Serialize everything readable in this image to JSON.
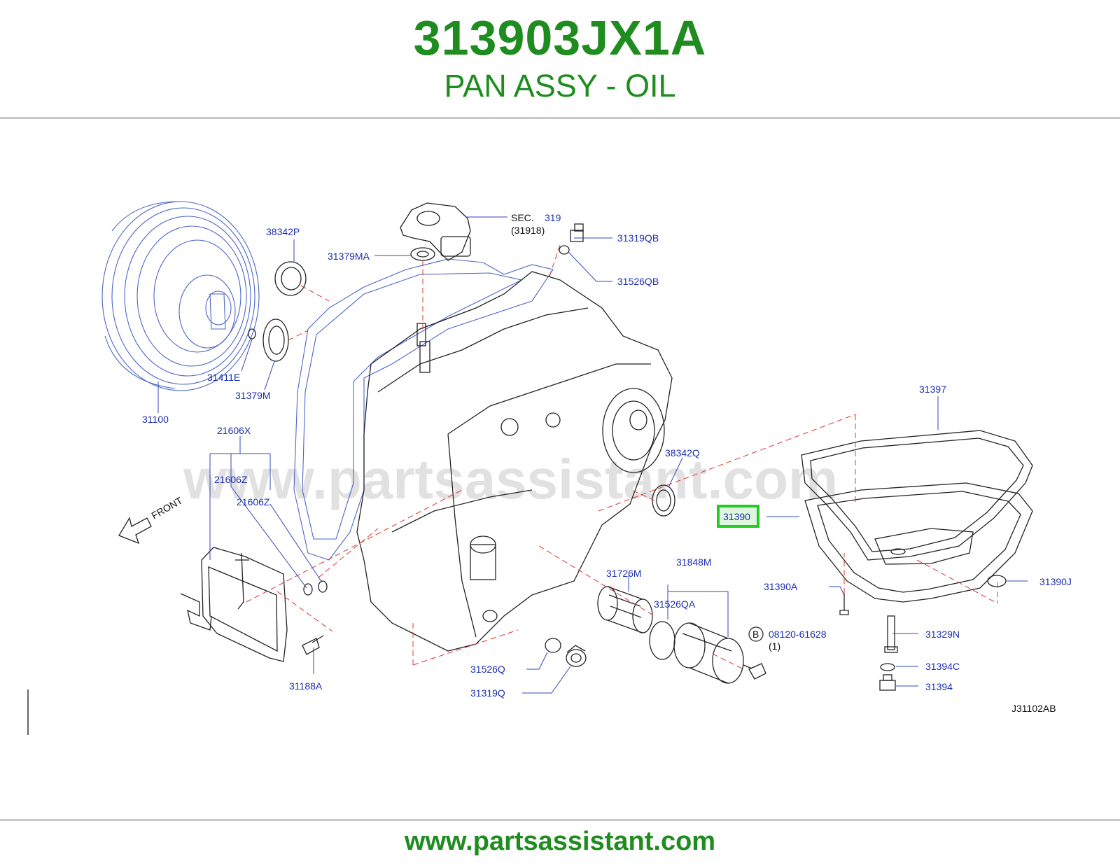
{
  "header": {
    "part_number": "313903JX1A",
    "part_name": "PAN ASSY - OIL"
  },
  "footer": {
    "url": "www.partsassistant.com"
  },
  "diagram": {
    "watermark": "www.partsassistant.com",
    "diagram_code": "J31102AB",
    "front_label": "FRONT",
    "sec_label": "SEC.",
    "sec_number": "319",
    "sec_sub": "(31918)",
    "bolt_symbol": "B",
    "bolt_qty": "(1)",
    "highlighted_part": "31390",
    "callouts": {
      "c38342P": "38342P",
      "c31379MA": "31379MA",
      "c31319QB": "31319QB",
      "c31526QB": "31526QB",
      "c31411E": "31411E",
      "c31379M": "31379M",
      "c31100": "31100",
      "c21606X": "21606X",
      "c21606Z_a": "21606Z",
      "c21606Z_b": "21606Z",
      "c31188A": "31188A",
      "c38342Q": "38342Q",
      "c31397": "31397",
      "c31726M": "31726M",
      "c31848M": "31848M",
      "c31526QA": "31526QA",
      "c31390A": "31390A",
      "c31390J": "31390J",
      "c08120": "08120-61628",
      "c31329N": "31329N",
      "c31394C": "31394C",
      "c31394": "31394",
      "c31526Q": "31526Q",
      "c31319Q": "31319Q"
    }
  },
  "colors": {
    "brand_green": "#1e8c1e",
    "label_blue": "#1c2fb0",
    "highlight_green": "#22cc22",
    "dash_red": "#e0342e"
  }
}
